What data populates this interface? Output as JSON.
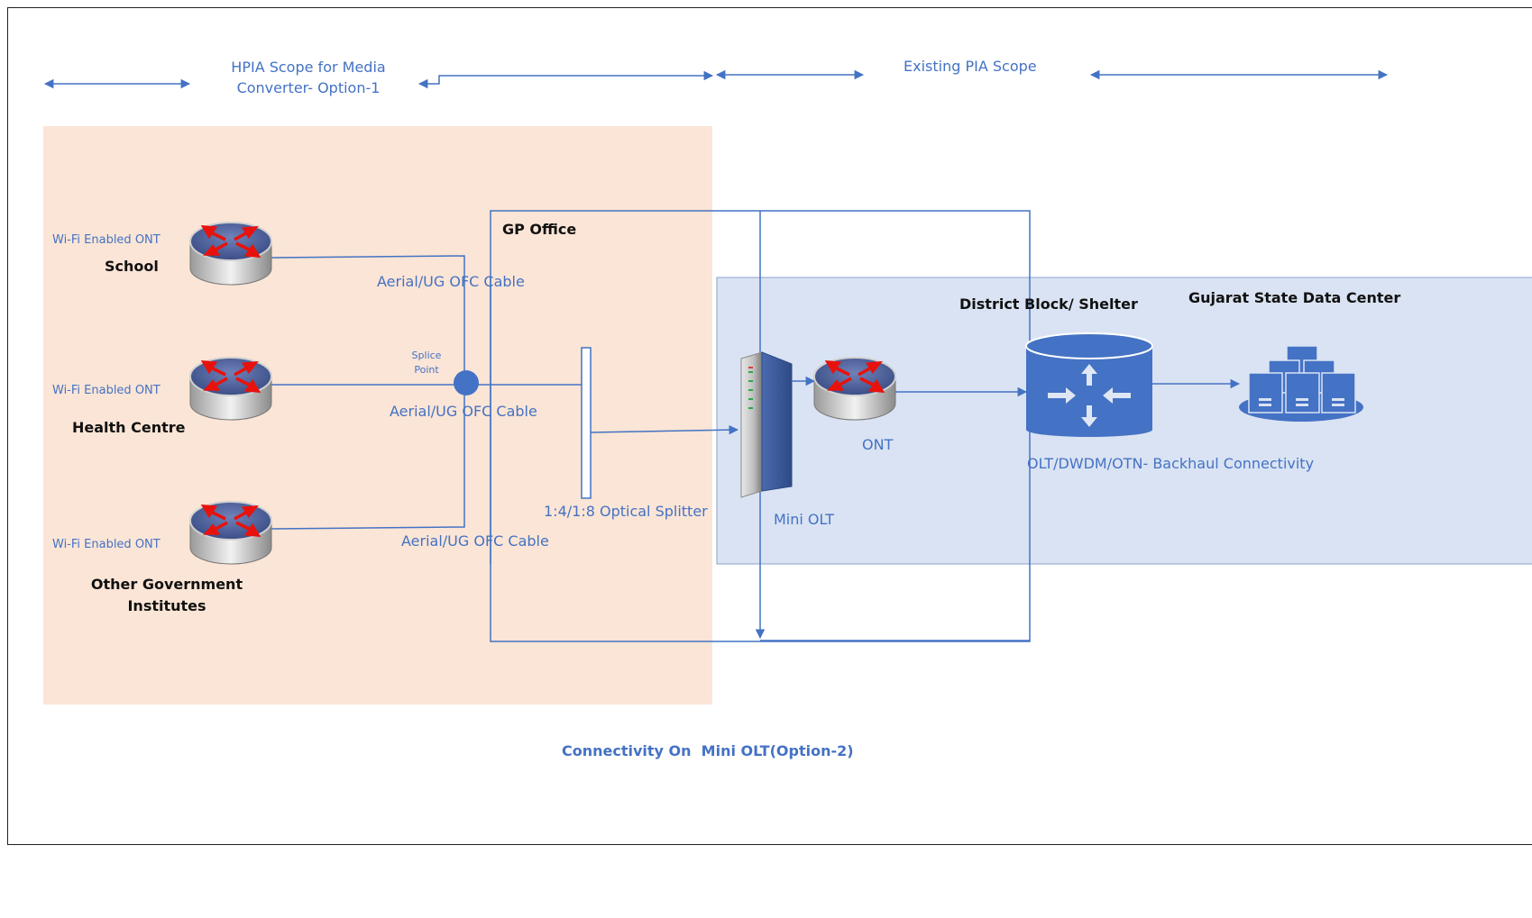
{
  "scope": {
    "hpia_line1": "HPIA Scope for Media",
    "hpia_line2": "Converter- Option-1",
    "existing": "Existing PIA Scope"
  },
  "endpoints": [
    {
      "ont_label": "Wi-Fi Enabled ONT",
      "name": "School"
    },
    {
      "ont_label": "Wi-Fi Enabled ONT",
      "name": "Health Centre"
    },
    {
      "ont_label": "Wi-Fi Enabled ONT",
      "name_line1": "Other Government",
      "name_line2": "Institutes"
    }
  ],
  "cables": [
    "Aerial/UG OFC Cable",
    "Aerial/UG OFC Cable",
    "Aerial/UG OFC Cable"
  ],
  "splice": {
    "line1": "Splice",
    "line2": "Point"
  },
  "gp_office": "GP Office",
  "splitter": "1:4/1:8 Optical Splitter",
  "mini_olt": "Mini OLT",
  "ont": "ONT",
  "district": "District Block/ Shelter",
  "gujarat": "Gujarat State Data Center",
  "backhaul": "OLT/DWDM/OTN- Backhaul Connectivity",
  "caption": "Connectivity On  Mini OLT(Option-2)",
  "colors": {
    "accent": "#4472c4",
    "hpia_zone": "#fbe5d6",
    "pia_zone": "#dae3f3",
    "arrow_red": "#e8120c"
  }
}
